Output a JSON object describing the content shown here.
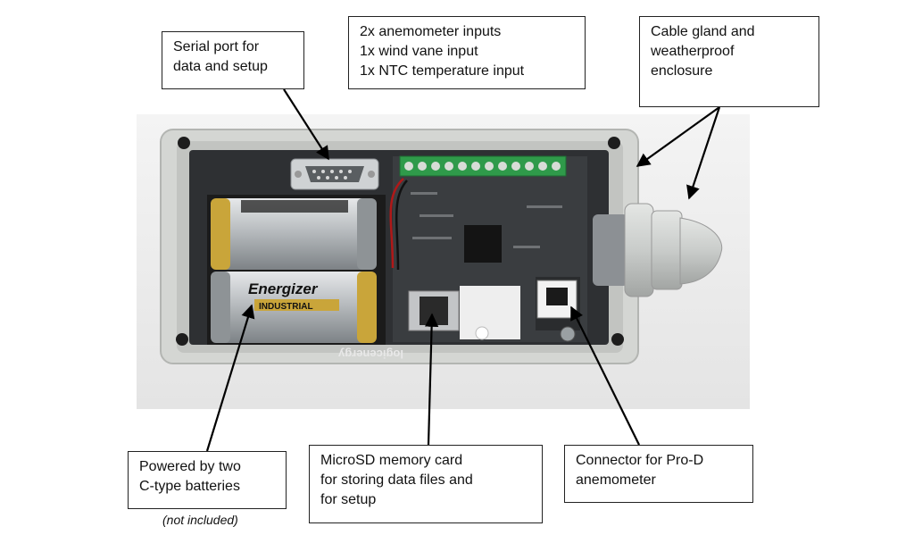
{
  "callouts": {
    "serial_port": [
      "Serial port for",
      "data and setup"
    ],
    "inputs": [
      "2x anemometer inputs",
      "1x wind vane input",
      "1x NTC temperature input"
    ],
    "cable_gland": [
      "Cable gland and",
      "weatherproof",
      "enclosure"
    ],
    "batteries": [
      "Powered by two",
      "C-type batteries"
    ],
    "microsd": [
      "MicroSD memory card",
      "for storing data files and",
      "for setup"
    ],
    "connector": [
      "Connector for Pro-D",
      "anemometer"
    ]
  },
  "batteries_note": "(not included)",
  "photo_labels": {
    "battery_brand": "Energizer",
    "battery_line": "INDUSTRIAL",
    "board_brand": "logicenergy"
  },
  "colors": {
    "enclosure": "#d4d6d3",
    "board": "#3a3d40",
    "terminal": "#2f9a4a",
    "battery_gold": "#c9a53a",
    "battery_silver": "#b8bcbf"
  }
}
